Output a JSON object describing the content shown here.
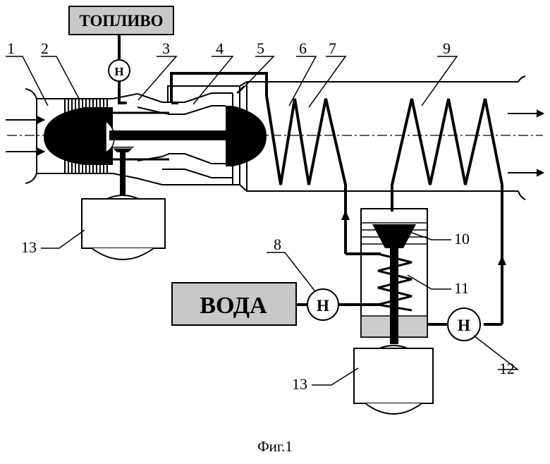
{
  "boxes": {
    "fuel": "ТОПЛИВО",
    "water": "ВОДА"
  },
  "pump_symbol": "Н",
  "numbers": {
    "n1": "1",
    "n2": "2",
    "n3": "3",
    "n4": "4",
    "n5": "5",
    "n6": "6",
    "n7": "7",
    "n8": "8",
    "n9": "9",
    "n10": "10",
    "n11": "11",
    "n12": "12",
    "n13a": "13",
    "n13b": "13"
  },
  "caption": "Фиг.1",
  "colors": {
    "line": "#000000",
    "box_fill": "#c8c8c8",
    "band_fill": "#cccccc",
    "background": "#ffffff"
  }
}
